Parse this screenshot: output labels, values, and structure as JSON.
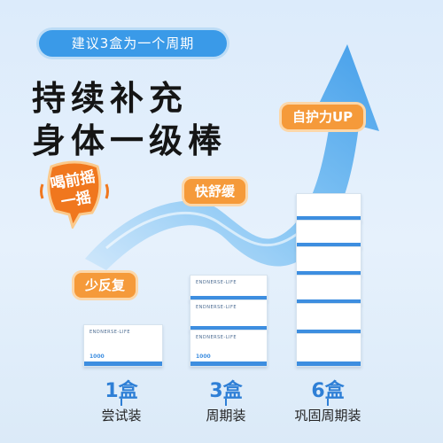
{
  "top_pill": "建议3盒为一个周期",
  "headline": {
    "line1": "持续补充",
    "line2": "身体一级棒"
  },
  "tags": {
    "immune": "自护力UP",
    "relief": "快舒缓",
    "recurrence": "少反复"
  },
  "shake_badge": "喝前摇一摇",
  "packs": [
    {
      "count": "1盒",
      "label": "尝试装"
    },
    {
      "count": "3盒",
      "label": "周期装"
    },
    {
      "count": "6盒",
      "label": "巩固周期装"
    }
  ],
  "box_text": "ENDNERSE-LIFE",
  "box_number": "1000",
  "colors": {
    "accent": "#3a9ae8",
    "orange": "#f59a3a",
    "dark": "#151515"
  },
  "icons": [
    "arrow-up-trend-icon",
    "shake-icon"
  ]
}
